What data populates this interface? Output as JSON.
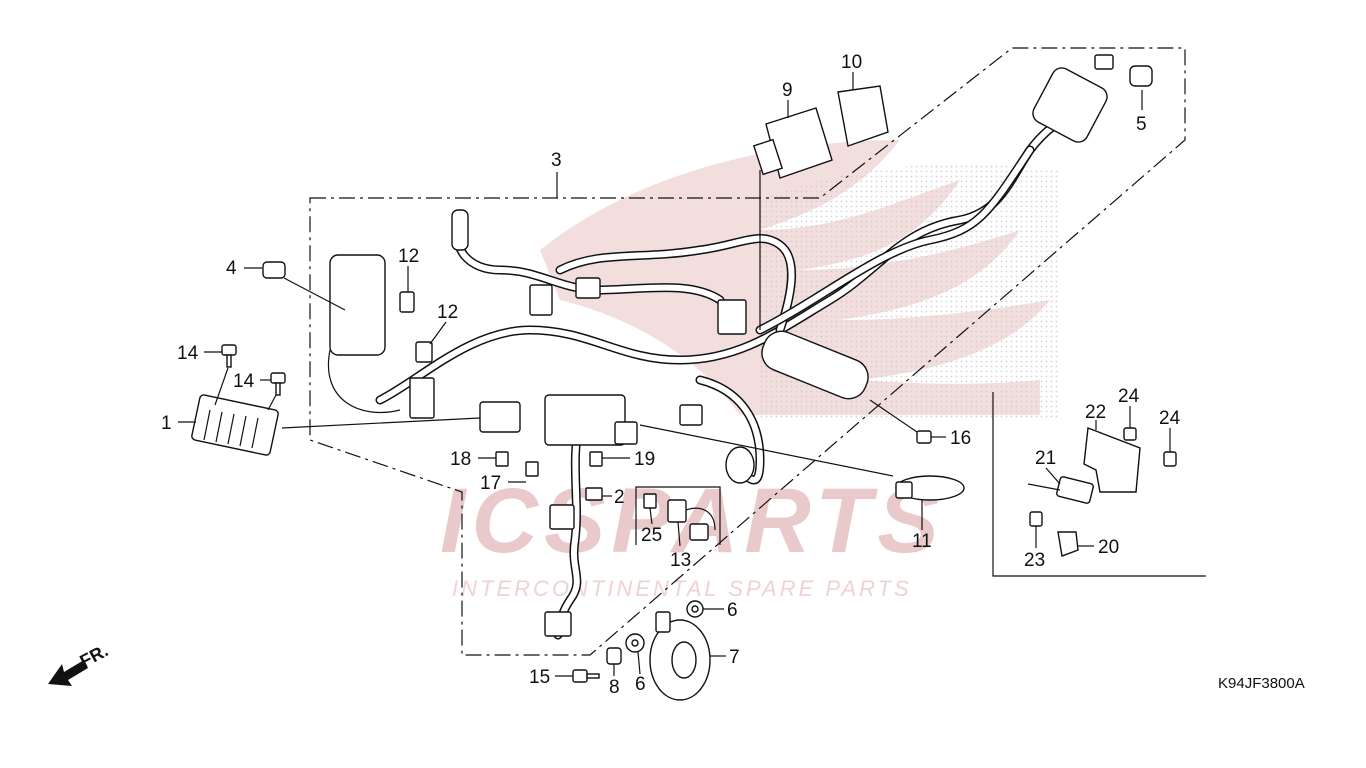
{
  "diagram": {
    "callouts": [
      {
        "id": "c3",
        "text": "3"
      },
      {
        "id": "c9",
        "text": "9"
      },
      {
        "id": "c10",
        "text": "10"
      },
      {
        "id": "c5",
        "text": "5"
      },
      {
        "id": "c4",
        "text": "4"
      },
      {
        "id": "c12a",
        "text": "12"
      },
      {
        "id": "c12b",
        "text": "12"
      },
      {
        "id": "c14a",
        "text": "14"
      },
      {
        "id": "c14b",
        "text": "14"
      },
      {
        "id": "c1",
        "text": "1"
      },
      {
        "id": "c16",
        "text": "16"
      },
      {
        "id": "c18",
        "text": "18"
      },
      {
        "id": "c19",
        "text": "19"
      },
      {
        "id": "c17",
        "text": "17"
      },
      {
        "id": "c2",
        "text": "2"
      },
      {
        "id": "c25",
        "text": "25"
      },
      {
        "id": "c13",
        "text": "13"
      },
      {
        "id": "c11",
        "text": "11"
      },
      {
        "id": "c6a",
        "text": "6"
      },
      {
        "id": "c7",
        "text": "7"
      },
      {
        "id": "c15",
        "text": "15"
      },
      {
        "id": "c8",
        "text": "8"
      },
      {
        "id": "c6b",
        "text": "6"
      },
      {
        "id": "c22",
        "text": "22"
      },
      {
        "id": "c24a",
        "text": "24"
      },
      {
        "id": "c24b",
        "text": "24"
      },
      {
        "id": "c21",
        "text": "21"
      },
      {
        "id": "c23",
        "text": "23"
      },
      {
        "id": "c20",
        "text": "20"
      }
    ],
    "drawing_code": "K94JF3800A",
    "front_label": "FR."
  },
  "watermark": {
    "brand": "ICSPARTS",
    "tagline": "INTERCONTINENTAL SPARE PARTS"
  },
  "colors": {
    "line": "#111111",
    "watermark": "#e9c9c9",
    "watermark_dots": "#c8c8c8",
    "watermark_wing": "#f3dede"
  }
}
